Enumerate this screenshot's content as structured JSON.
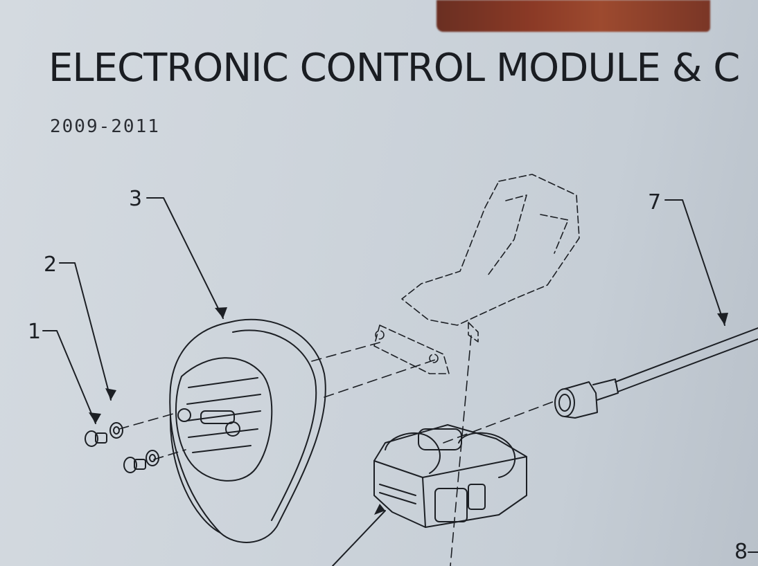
{
  "header": {
    "title": "ELECTRONIC CONTROL MODULE & C",
    "years": "2009-2011"
  },
  "callouts": [
    {
      "id": "1",
      "label": "1"
    },
    {
      "id": "2",
      "label": "2"
    },
    {
      "id": "3",
      "label": "3"
    },
    {
      "id": "7",
      "label": "7"
    },
    {
      "id": "8",
      "label": "8"
    }
  ],
  "colors": {
    "paper": "#ccd3da",
    "ink": "#1a1d22",
    "sticker": "#8b3a26"
  }
}
